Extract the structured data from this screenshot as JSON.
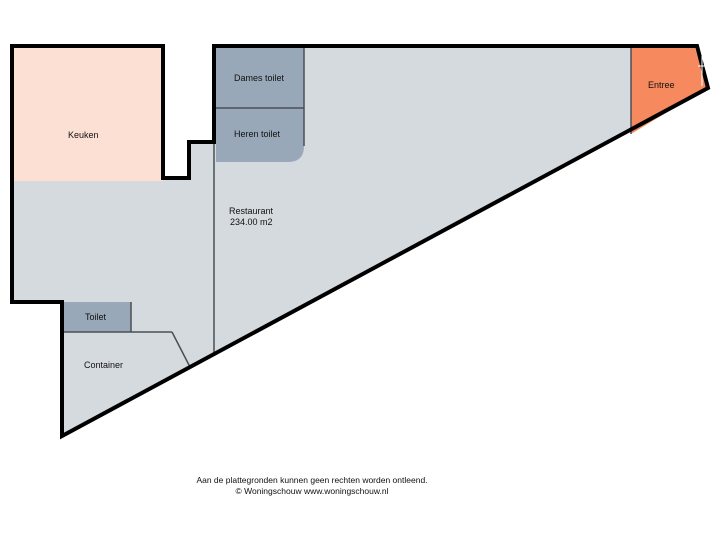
{
  "colors": {
    "restaurant": "#d5dadf",
    "keuken": "#fde0d4",
    "toilet": "#98a8b8",
    "entree": "#f6895e",
    "wall": "#000000",
    "inner_line": "#4a4f55"
  },
  "rooms": {
    "keuken": "Keuken",
    "dames_toilet": "Dames toilet",
    "heren_toilet": "Heren toilet",
    "entree": "Entree",
    "restaurant": "Restaurant",
    "restaurant_area": "234.00 m2",
    "toilet": "Toilet",
    "container": "Container"
  },
  "footer": {
    "disclaimer": "Aan de plattegronden kunnen geen rechten worden ontleend.",
    "copyright": "© Woningschouw www.woningschouw.nl"
  }
}
